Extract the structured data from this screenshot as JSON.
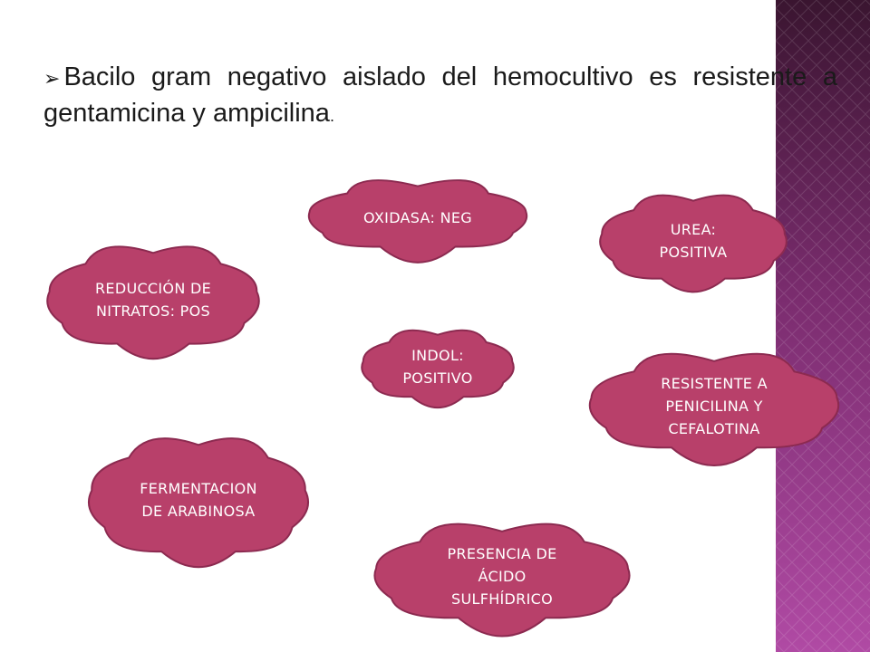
{
  "slide": {
    "bullet_text": "Bacilo gram negativo aislado del hemocultivo es resistente a gentamicina y ampicilina",
    "bullet_trailing_period": "."
  },
  "colors": {
    "cloud_fill": "#b8406a",
    "cloud_stroke": "#8c2a50",
    "band_dark": "#3a1530",
    "band_light": "#b04aa4"
  },
  "clouds": [
    {
      "id": "oxidasa",
      "text": "OXIDASA: NEG"
    },
    {
      "id": "urea",
      "text": "UREA:\nPOSITIVA"
    },
    {
      "id": "nitratos",
      "text": "REDUCCIÓN DE\nNITRATOS: POS"
    },
    {
      "id": "indol",
      "text": "INDOL:\nPOSITIVO"
    },
    {
      "id": "resistente",
      "text": "RESISTENTE A\nPENICILINA Y\nCEFALOTINA"
    },
    {
      "id": "arabinosa",
      "text": "FERMENTACION\nDE ARABINOSA"
    },
    {
      "id": "sulfhidrico",
      "text": "PRESENCIA DE\nÁCIDO\nSULFHÍDRICO"
    }
  ]
}
